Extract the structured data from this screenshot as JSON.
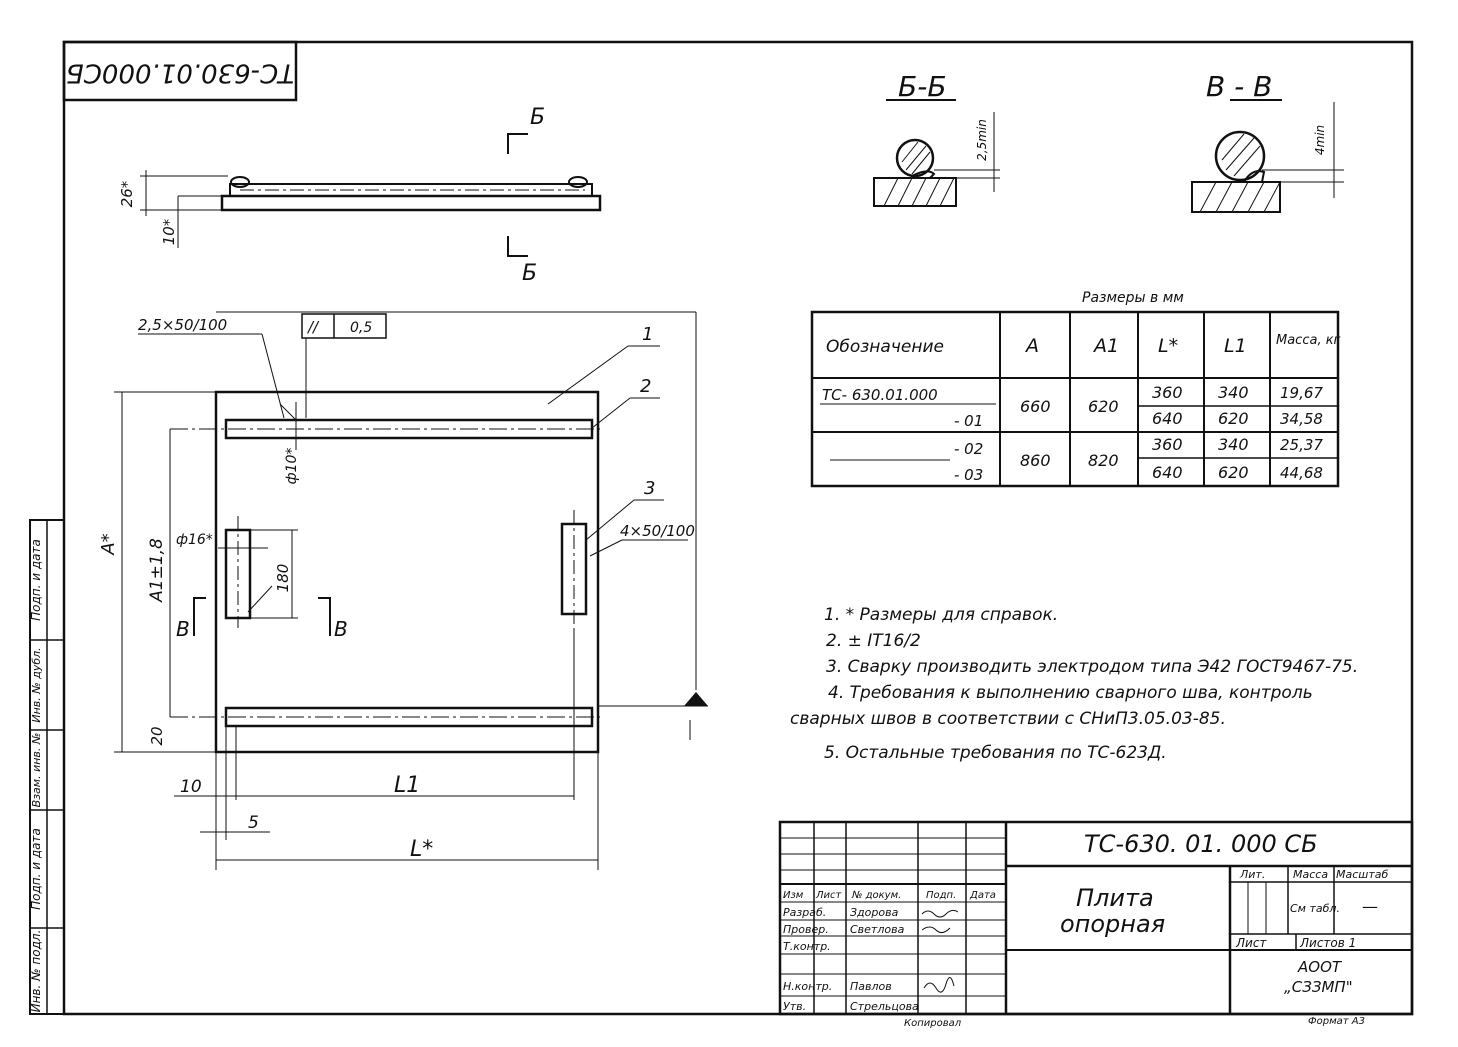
{
  "stamp": {
    "rotated_code": "ТС-630.01.000СБ"
  },
  "side_view": {
    "section_mark": "Б",
    "dim_height": "26*",
    "dim_plate": "10*"
  },
  "sections": {
    "b": {
      "title": "Б-Б",
      "dim": "2,5min"
    },
    "v": {
      "title": "В - В",
      "dim": "4min"
    }
  },
  "plan": {
    "weld_top": "2,5×50/100",
    "tolerance_frame": [
      "//",
      "0,5"
    ],
    "callouts": [
      "1",
      "2",
      "3"
    ],
    "weld_side": "4×50/100",
    "dia_top": "ф10*",
    "dia_bar": "ф16*",
    "dim_180": "180",
    "dim_A": "A*",
    "dim_A1": "A1±1,8",
    "dim_20": "20",
    "dim_10": "10",
    "dim_5": "5",
    "dim_L1": "L1",
    "dim_L": "L*",
    "section_v": "В"
  },
  "table": {
    "caption": "Размеры в мм",
    "headers": [
      "Обозначение",
      "A",
      "A1",
      "L*",
      "L1",
      "Масса, кг"
    ],
    "rows": [
      [
        "ТС- 630.01.000",
        "660",
        "620",
        "360",
        "340",
        "19,67"
      ],
      [
        "- 01",
        "",
        "",
        "640",
        "620",
        "34,58"
      ],
      [
        "- 02",
        "860",
        "820",
        "360",
        "340",
        "25,37"
      ],
      [
        "- 03",
        "",
        "",
        "640",
        "620",
        "44,68"
      ]
    ]
  },
  "notes": [
    "1. * Размеры для справок.",
    "2. ± IT16/2",
    "3. Сварку производить электродом типа Э42 ГОСТ9467-75.",
    "4. Требования к выполнению сварного шва, контроль",
    "сварных швов в соответствии с СНиП3.05.03-85.",
    "5. Остальные требования по ТС-623Д."
  ],
  "title_block": {
    "code": "ТС-630. 01. 000 СБ",
    "name_line1": "Плита",
    "name_line2": "опорная",
    "col_headers": [
      "Изм",
      "Лист",
      "№ докум.",
      "Подп.",
      "Дата"
    ],
    "roles": [
      "Разраб.",
      "Провер.",
      "Т.контр.",
      "",
      "Н.контр.",
      "Утв."
    ],
    "names": [
      "Здорова",
      "Светлова",
      "",
      "",
      "Павлов",
      "Стрельцова"
    ],
    "lit": "Лит.",
    "mass": "Масса",
    "scale": "Масштаб",
    "mass_value": "См табл.",
    "scale_value": "—",
    "sheet": "Лист",
    "sheets": "Листов 1",
    "org_line1": "АООТ",
    "org_line2": "„СЗЗМП\"",
    "copied": "Копировал",
    "format": "Формат А3"
  },
  "side_stamp": [
    "Подп. и дата",
    "Инв. № дубл.",
    "Взам. инв. №",
    "Подп. и дата",
    "Инв. № подл."
  ]
}
